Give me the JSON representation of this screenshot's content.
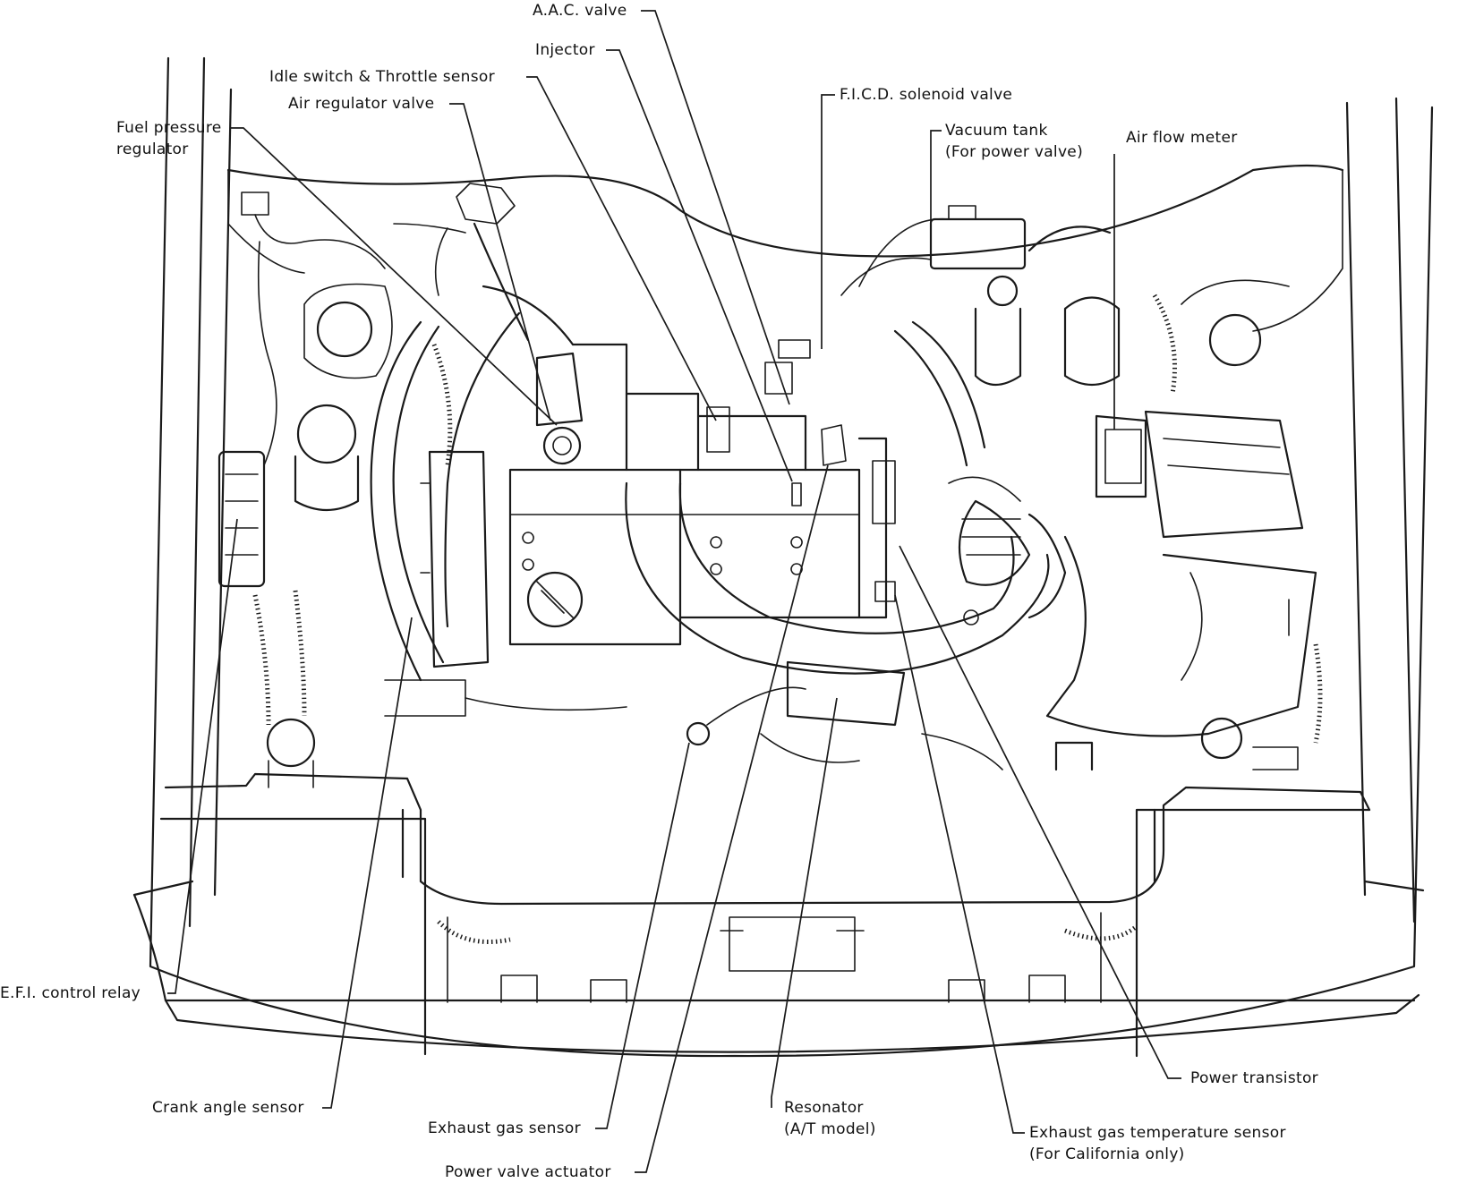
{
  "labels": {
    "aac_valve": "A.A.C. valve",
    "injector": "Injector",
    "idle_switch": "Idle switch & Throttle sensor",
    "ficd_valve": "F.I.C.D. solenoid valve",
    "air_regulator": "Air regulator valve",
    "vacuum_tank_line1": "Vacuum tank",
    "vacuum_tank_line2": "(For power valve)",
    "air_flow_meter": "Air flow meter",
    "fuel_pressure_line1": "Fuel pressure",
    "fuel_pressure_line2": "regulator",
    "efi_relay": "E.F.I. control relay",
    "crank_angle": "Crank angle sensor",
    "exhaust_gas_sensor": "Exhaust gas sensor",
    "power_valve_actuator": "Power valve actuator",
    "resonator_line1": "Resonator",
    "resonator_line2": "(A/T model)",
    "egt_sensor_line1": "Exhaust gas temperature sensor",
    "egt_sensor_line2": "(For California only)",
    "power_transistor": "Power transistor"
  }
}
